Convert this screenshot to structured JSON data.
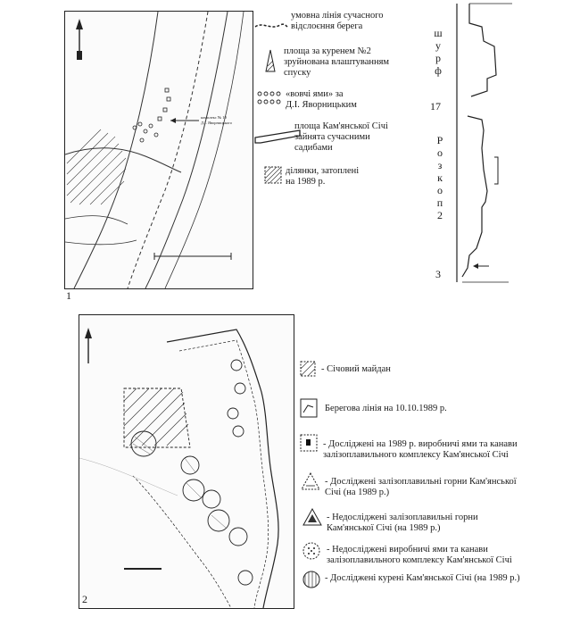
{
  "figure1": {
    "number": "1",
    "map_callout": "комплекс № 10\nД.І. Яворницького",
    "legend": [
      {
        "symbol": "dashed-shore-line",
        "text": "умовна лінія сучасного\nвідслоєння берега"
      },
      {
        "symbol": "hatched-triangle",
        "text": "площа за куренем №2\nзруйнована влаштуванням\nспуску"
      },
      {
        "symbol": "wolf-pits",
        "text": "«вовчі ями» за\nД.І. Яворницьким"
      },
      {
        "symbol": "sich-area-outline",
        "text": "площа Кам'янської Січі\nзайнята сучасними\nсадибами"
      },
      {
        "symbol": "flooded-hatch",
        "text": "ділянки, затоплені\nна 1989 р."
      }
    ]
  },
  "profile": {
    "label_top": [
      "ш",
      "у",
      "р",
      "ф"
    ],
    "label_mid_number": "17",
    "label_bottom": [
      "Р",
      "о",
      "з",
      "к",
      "о",
      "п",
      "2"
    ],
    "label_bottom_number": "3"
  },
  "figure2": {
    "number": "2",
    "legend": [
      {
        "symbol": "hatched-square",
        "text": "- Січовий майдан"
      },
      {
        "symbol": "shore-line-box",
        "text": "Берегова лінія на 10.10.1989 р."
      },
      {
        "symbol": "studied-pits",
        "text": "- Досліджені на 1989 р. виробничі ями та канави\nзалізоплавильного комплексу Кам'янської Січі"
      },
      {
        "symbol": "studied-furnaces",
        "text": "- Досліджені залізоплавильні горни Кам'янської\nСічі (на 1989 р.)"
      },
      {
        "symbol": "unstudied-furnaces",
        "text": "- Недосліджені залізоплавильні горни\nКам'янської Січі (на 1989 р.)"
      },
      {
        "symbol": "unstudied-pits",
        "text": "- Недосліджені виробничі ями та канави\nзалізоплавильного комплексу Кам'янської Січі"
      },
      {
        "symbol": "studied-kurens",
        "text": "- Досліджені курені Кам'янської Січі (на 1989 р.)"
      }
    ]
  }
}
